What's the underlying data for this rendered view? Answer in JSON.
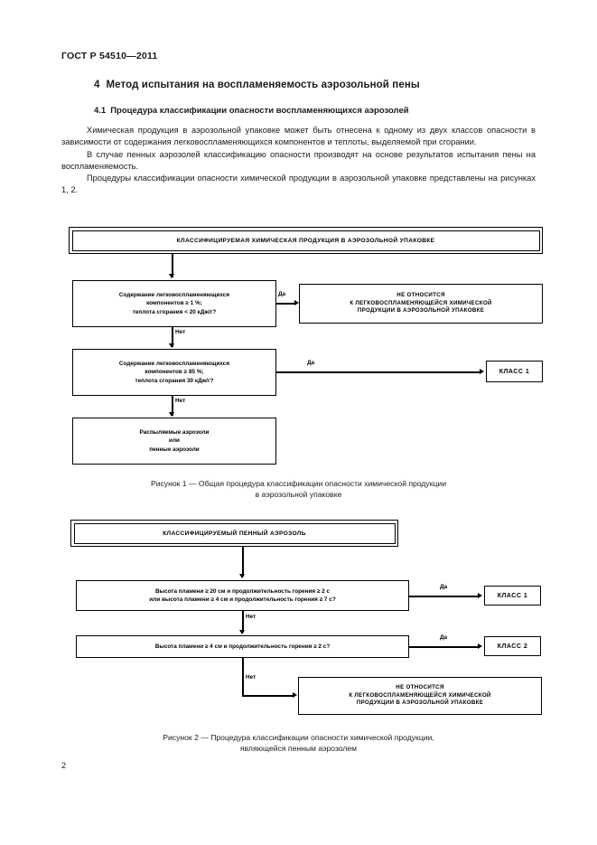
{
  "document": {
    "standard_header": "ГОСТ Р 54510—2011",
    "page_number": "2"
  },
  "section": {
    "number": "4",
    "title": "Метод испытания на воспламеняемость аэрозольной пены",
    "subsection_number": "4.1",
    "subsection_title": "Процедура классификации опасности воспламеняющихся аэрозолей"
  },
  "body": {
    "p1": "Химическая продукция в аэрозольной упаковке может быть отнесена к одному из двух классов опасности в зависимости от содержания легковоспламеняющихся компонентов и теплоты, выделяемой при сгорании.",
    "p2": "В случае пенных аэрозолей классификацию опасности производят на основе результатов испытания пены на воспламеняемость.",
    "p3": "Процедуры классификации опасности химической продукции в аэрозольной упаковке представлены на рисунках 1, 2."
  },
  "figure1": {
    "start": "КЛАССИФИЦИРУЕМАЯ ХИМИЧЕСКАЯ ПРОДУКЦИЯ В АЭРОЗОЛЬНОЙ УПАКОВКЕ",
    "decision1_line1": "Содержание легковоспламеняющихся",
    "decision1_line2": "компонентов ≥ 1 %;",
    "decision1_line3": "теплота сгорания < 20 кДж/г?",
    "decision1_yes": "Да",
    "decision1_no": "Нет",
    "not_flammable_line1": "НЕ ОТНОСИТСЯ",
    "not_flammable_line2": "К ЛЕГКОВОСПЛАМЕНЯЮЩЕЙСЯ ХИМИЧЕСКОЙ",
    "not_flammable_line3": "ПРОДУКЦИИ В АЭРОЗОЛЬНОЙ УПАКОВКЕ",
    "decision2_line1": "Содержание легковоспламеняющихся",
    "decision2_line2": "компонентов ≥ 85 %;",
    "decision2_line3": "теплота сгорания 30 кДж/г?",
    "decision2_yes": "Да",
    "decision2_no": "Нет",
    "class1": "КЛАСС 1",
    "end_line1": "Распыляемые аэрозоли",
    "end_line2": "или",
    "end_line3": "пенные аэрозоли",
    "caption_line1": "Рисунок 1 — Общая процедура классификации опасности химической продукции",
    "caption_line2": "в аэрозольной упаковке"
  },
  "figure2": {
    "start": "КЛАССИФИЦИРУЕМЫЙ ПЕННЫЙ АЭРОЗОЛЬ",
    "decision1_line1": "Высота пламени ≥ 20 см и продолжительность горения ≥ 2 с",
    "decision1_line2": "или высота пламени ≥ 4 см и продолжительность горения ≥ 7 с?",
    "decision1_yes": "Да",
    "decision1_no": "Нет",
    "class1": "КЛАСС 1",
    "decision2_line1": "Высота пламени ≥ 4 см и продолжительность горения ≥ 2 с?",
    "decision2_yes": "Да",
    "decision2_no": "Нет",
    "class2": "КЛАСС 2",
    "not_flammable_line1": "НЕ ОТНОСИТСЯ",
    "not_flammable_line2": "К ЛЕГКОВОСПЛАМЕНЯЮЩЕЙСЯ ХИМИЧЕСКОЙ",
    "not_flammable_line3": "ПРОДУКЦИИ В АЭРОЗОЛЬНОЙ УПАКОВКЕ",
    "caption_line1": "Рисунок 2 — Процедура классификации опасности химической продукции,",
    "caption_line2": "являющейся пенным аэрозолем"
  }
}
